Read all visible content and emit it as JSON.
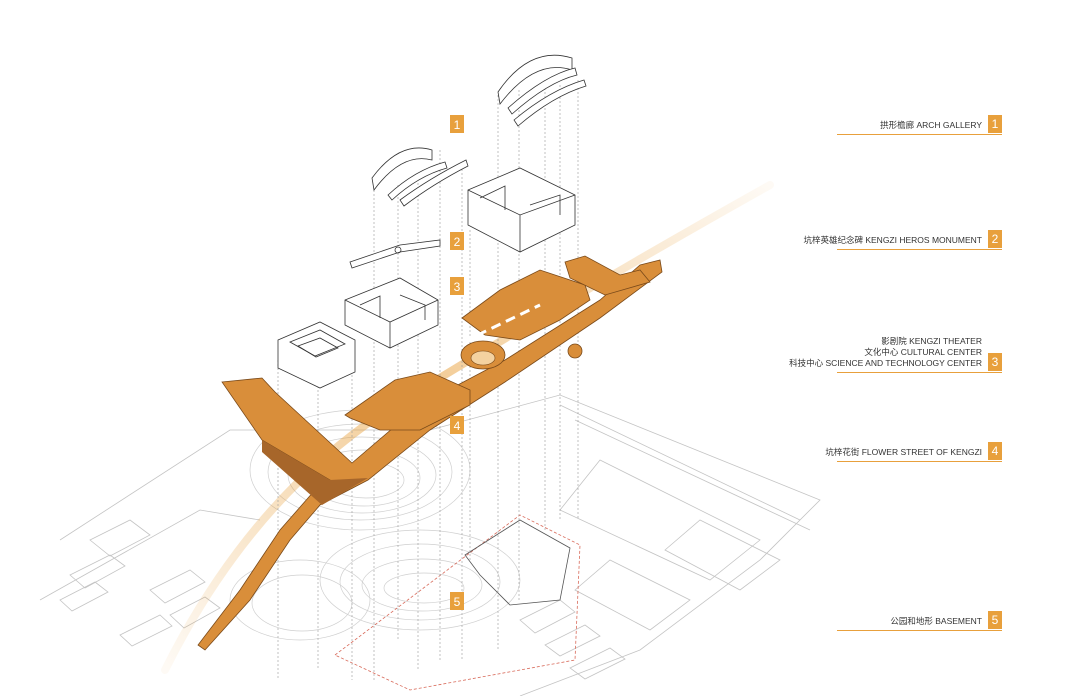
{
  "diagram": {
    "callouts": [
      "1",
      "2",
      "3",
      "4",
      "5"
    ],
    "colors": {
      "accent": "#e8a03c",
      "platform": "#d98e3a",
      "platform_dark": "#a7662a",
      "linework": "#b8b8b8",
      "text": "#333333"
    }
  },
  "legend": [
    {
      "number": "1",
      "lines": [
        "拱形檐廊  ARCH GALLERY"
      ]
    },
    {
      "number": "2",
      "lines": [
        "坑梓英雄纪念碑   KENGZI HEROS MONUMENT"
      ]
    },
    {
      "number": "3",
      "lines": [
        "影剧院 KENGZI THEATER",
        "文化中心  CULTURAL CENTER",
        "科技中心 SCIENCE AND TECHNOLOGY CENTER"
      ]
    },
    {
      "number": "4",
      "lines": [
        "坑梓花街 FLOWER STREET OF KENGZI"
      ]
    },
    {
      "number": "5",
      "lines": [
        "公园和地形  BASEMENT"
      ]
    }
  ]
}
